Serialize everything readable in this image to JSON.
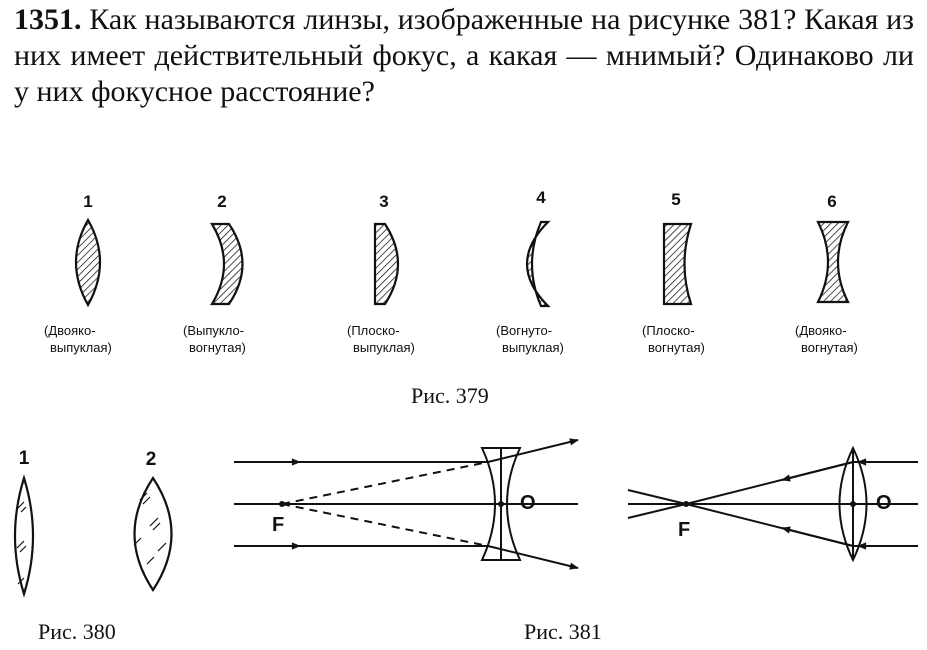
{
  "problem": {
    "number": "1351.",
    "text": "Как называются линзы, изображенные на рисунке 381? Какая из них имеет действительный фокус, а какая — мнимый? Одинаково ли у них фокусное расстояние?"
  },
  "fig379": {
    "caption": "Рис. 379",
    "lenses": [
      {
        "num": "1",
        "line1": "(Двояко-",
        "line2": "выпуклая)"
      },
      {
        "num": "2",
        "line1": "(Выпукло-",
        "line2": "вогнутая)"
      },
      {
        "num": "3",
        "line1": "(Плоско-",
        "line2": "выпуклая)"
      },
      {
        "num": "4",
        "line1": "(Вогнуто-",
        "line2": "выпуклая)"
      },
      {
        "num": "5",
        "line1": "(Плоско-",
        "line2": "вогнутая)"
      },
      {
        "num": "6",
        "line1": "(Двояко-",
        "line2": "вогнутая)"
      }
    ]
  },
  "fig380": {
    "caption": "Рис. 380",
    "lenses": [
      {
        "num": "1"
      },
      {
        "num": "2"
      }
    ]
  },
  "fig381": {
    "caption": "Рис. 381",
    "left": {
      "focus": "F",
      "center": "O"
    },
    "right": {
      "focus": "F",
      "center": "O"
    }
  }
}
